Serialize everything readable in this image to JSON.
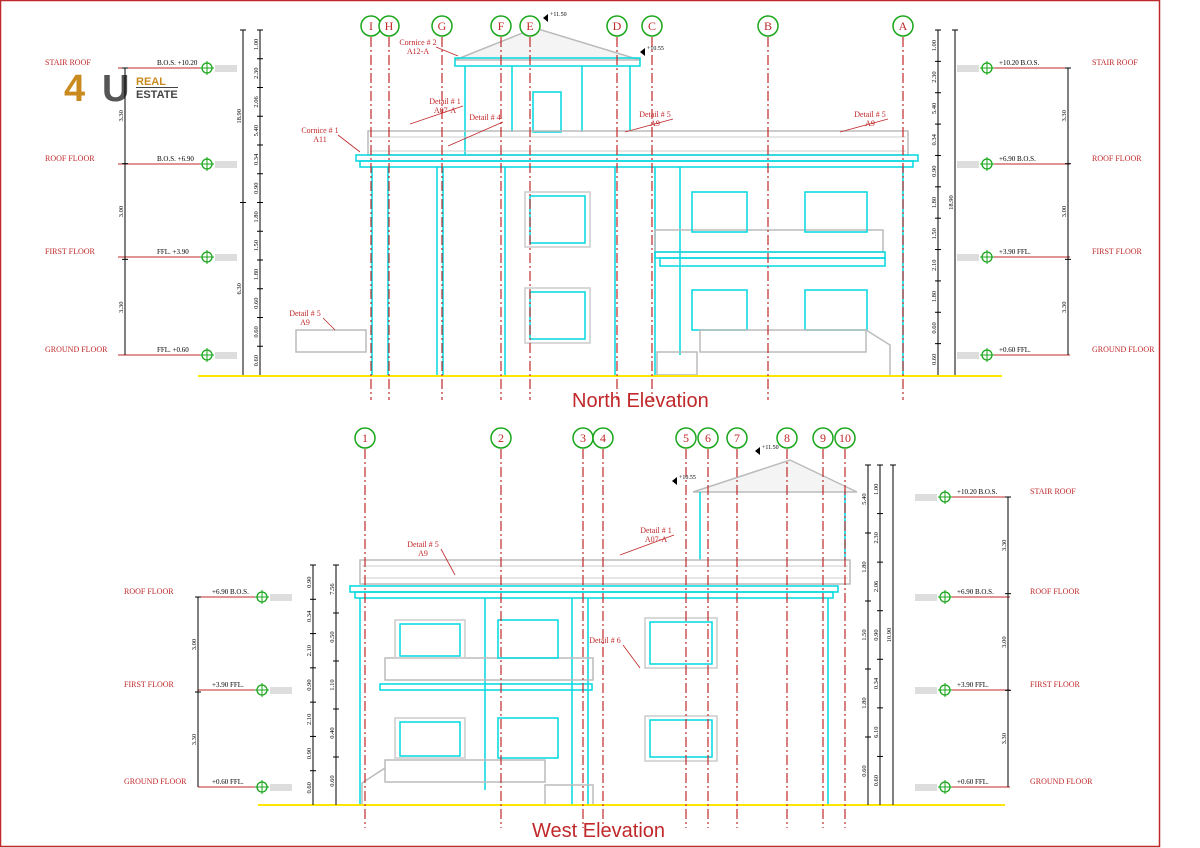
{
  "logo": {
    "four": "4",
    "u": "U",
    "real": "REAL",
    "estate": "ESTATE"
  },
  "colors": {
    "frame": "#c0282a",
    "outline": "#00d8e0",
    "grid": "#c0282a",
    "ground": "#ffe600",
    "marker": "#19a619",
    "detail": "#b0b0b0"
  },
  "north": {
    "title": "North Elevation",
    "grid_labels": [
      "I",
      "H",
      "G",
      "F",
      "E",
      "D",
      "C",
      "B",
      "A"
    ],
    "levels_left": [
      {
        "name": "STAIR ROOF",
        "mark": "B.O.S. +10.20"
      },
      {
        "name": "ROOF FLOOR",
        "mark": "B.O.S. +6.90"
      },
      {
        "name": "FIRST FLOOR",
        "mark": "FFL. +3.90"
      },
      {
        "name": "GROUND FLOOR",
        "mark": "FFL. +0.60"
      }
    ],
    "levels_right": [
      {
        "name": "STAIR ROOF",
        "mark": "+10.20 B.O.S."
      },
      {
        "name": "ROOF FLOOR",
        "mark": "+6.90 B.O.S."
      },
      {
        "name": "FIRST FLOOR",
        "mark": "+3.90 FFL."
      },
      {
        "name": "GROUND FLOOR",
        "mark": "+0.60 FFL."
      }
    ],
    "dim_outer": [
      "3.30",
      "3.00",
      "3.30"
    ],
    "dim_mid": [
      "18.90",
      "6.30"
    ],
    "dim_inner": [
      "1.00",
      "2.30",
      "2.06",
      "5.40",
      "0.34",
      "0.90",
      "1.80",
      "1.50",
      "1.80",
      "0.60",
      "0.60",
      "0.60"
    ],
    "dim_right_a": [
      "1.00",
      "2.30",
      "5.40",
      "0.34",
      "0.90",
      "1.80",
      "1.50",
      "2.10",
      "1.80",
      "0.60",
      "0.60"
    ],
    "dim_right_b": [
      "18.90"
    ],
    "dim_far_right": [
      "3.30",
      "3.00",
      "3.30"
    ],
    "top_marks": [
      "+11.50",
      "+10.55"
    ],
    "callouts": [
      {
        "name": "Cornice # 2",
        "ref": "A12-A"
      },
      {
        "name": "Detail # 1",
        "ref": "A07-A"
      },
      {
        "name": "Detail # 4",
        "ref": ""
      },
      {
        "name": "Detail # 5",
        "ref": "A9"
      },
      {
        "name": "Detail # 5",
        "ref": "A9"
      },
      {
        "name": "Cornice # 1",
        "ref": "A11"
      },
      {
        "name": "Detail # 5",
        "ref": "A9"
      }
    ]
  },
  "west": {
    "title": "West Elevation",
    "grid_labels": [
      "1",
      "2",
      "3",
      "4",
      "5",
      "6",
      "7",
      "8",
      "9",
      "10"
    ],
    "levels_left": [
      {
        "name": "ROOF FLOOR",
        "mark": "+6.90 B.O.S."
      },
      {
        "name": "FIRST FLOOR",
        "mark": "+3.90 FFL."
      },
      {
        "name": "GROUND FLOOR",
        "mark": "+0.60 FFL."
      }
    ],
    "levels_right": [
      {
        "name": "STAIR ROOF",
        "mark": "+10.20 B.O.S."
      },
      {
        "name": "ROOF FLOOR",
        "mark": "+6.90 B.O.S."
      },
      {
        "name": "FIRST FLOOR",
        "mark": "+3.90 FFL."
      },
      {
        "name": "GROUND FLOOR",
        "mark": "+0.60 FFL."
      }
    ],
    "dim_left_outer": [
      "3.00",
      "3.30"
    ],
    "dim_left_inner": [
      "0.90",
      "0.34",
      "2.10",
      "0.90",
      "2.10",
      "0.90",
      "0.60"
    ],
    "dim_left_mid": [
      "7.56",
      "0.50",
      "1.10",
      "0.40",
      "0.60"
    ],
    "dim_right_inner": [
      "5.40",
      "1.80",
      "1.50",
      "1.80",
      "0.60"
    ],
    "dim_right_mid": [
      "1.00",
      "2.30",
      "2.06",
      "0.90",
      "0.34",
      "6.10",
      "0.60"
    ],
    "dim_right_outer": [
      "10.90"
    ],
    "dim_far_right": [
      "3.30",
      "3.00",
      "3.30"
    ],
    "top_marks": [
      "+11.50",
      "+10.55"
    ],
    "callouts": [
      {
        "name": "Detail # 5",
        "ref": "A9"
      },
      {
        "name": "Detail # 1",
        "ref": "A07-A"
      },
      {
        "name": "Detail # 6",
        "ref": ""
      }
    ]
  }
}
